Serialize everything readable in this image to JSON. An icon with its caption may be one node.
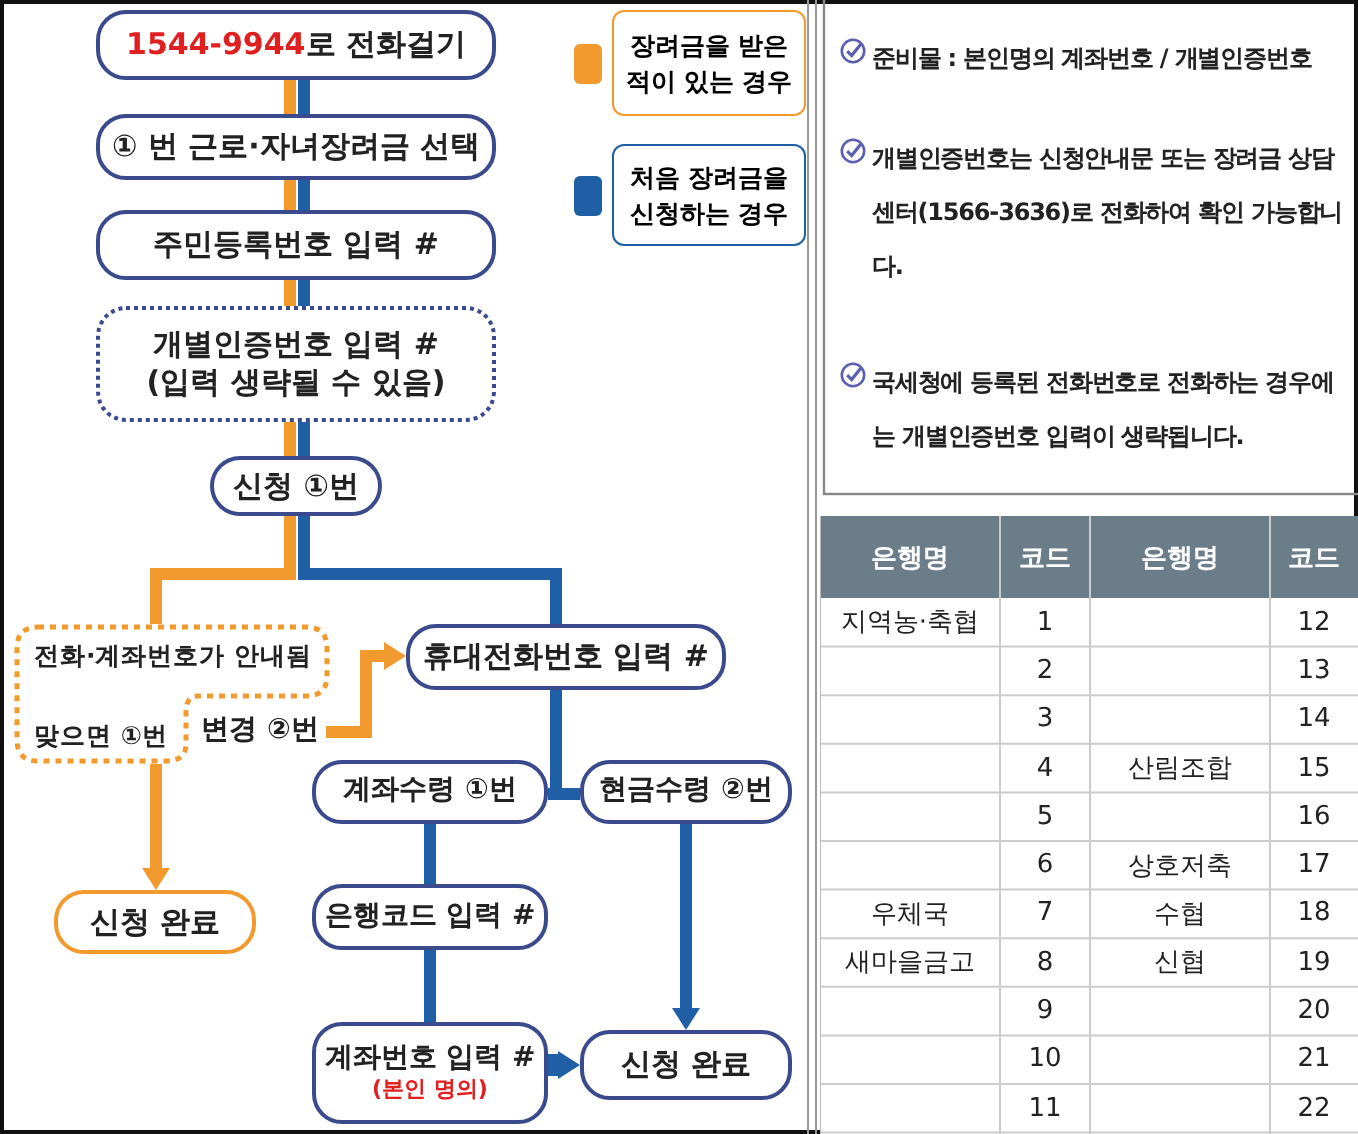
{
  "diagram": {
    "nodes": [
      {
        "text": [
          "1544-9944",
          "로 전화걸기"
        ]
      },
      {
        "text": [
          "① 번 근로·자녀장려금 선택"
        ]
      },
      {
        "text": [
          "주민등록번호 입력 #"
        ]
      },
      {
        "text": [
          "개별인증번호 입력 #",
          "(입력 생략될 수 있음)"
        ]
      },
      {
        "text": [
          "신청 ①번"
        ]
      },
      {
        "text": [
          "전화·계좌번호가 안내됨",
          "맞으면 ①번"
        ]
      },
      {
        "text": [
          "변경 ②번"
        ]
      },
      {
        "text": [
          "휴대전화번호 입력 #"
        ]
      },
      {
        "text": [
          "신청 완료"
        ]
      },
      {
        "text": [
          "계좌수령 ①번"
        ]
      },
      {
        "text": [
          "현금수령 ②번"
        ]
      },
      {
        "text": [
          "은행코드 입력 #"
        ]
      },
      {
        "text": [
          "계좌번호 입력 #",
          "(본인 명의)"
        ]
      },
      {
        "text": [
          "신청 완료"
        ]
      }
    ],
    "edges": [
      {
        "from": 0,
        "to": 1,
        "arrow": "none",
        "color": "#f39a2e"
      },
      {
        "from": 0,
        "to": 1,
        "arrow": "none"
      },
      {
        "from": 1,
        "to": 2,
        "arrow": "none",
        "color": "#f39a2e"
      },
      {
        "from": 1,
        "to": 2,
        "arrow": "none"
      },
      {
        "from": 2,
        "to": 3,
        "arrow": "none",
        "color": "#f39a2e"
      },
      {
        "from": 2,
        "to": 3,
        "arrow": "none"
      },
      {
        "from": 3,
        "to": 4,
        "arrow": "none",
        "color": "#f39a2e"
      },
      {
        "from": 3,
        "to": 4,
        "arrow": "none"
      },
      {
        "from": 4,
        "to": 5,
        "arrow": "none",
        "color": "#f39a2e"
      },
      {
        "from": 4,
        "to": 7,
        "arrow": "none"
      },
      {
        "from": 5,
        "to": 8,
        "arrow": "to",
        "color": "#f39a2e"
      },
      {
        "from": 6,
        "to": 7,
        "arrow": "to",
        "color": "#f39a2e"
      },
      {
        "from": 7,
        "to": 9,
        "arrow": "none"
      },
      {
        "from": 7,
        "to": 10,
        "arrow": "none"
      },
      {
        "from": 9,
        "to": 11,
        "arrow": "none"
      },
      {
        "from": 11,
        "to": 12,
        "arrow": "none"
      },
      {
        "from": 12,
        "to": 13,
        "arrow": "to",
        "style": "thick"
      },
      {
        "from": 10,
        "to": 13,
        "arrow": "to"
      }
    ],
    "labels": [
      "준비물 : 본인명의 계좌번호 / 개별인증번호",
      "개별인증번호는 신청안내문 또는 장려금 상담센터(1566-3636)로 전화하여 확인 가능합니다.",
      "국세청에 등록된 전화번호로 전화하는 경우에는 개별인증번호 입력이 생략됩니다.",
      "은행명",
      "코드",
      "은행명",
      "코드",
      "지역농·축협",
      "1",
      "12",
      "2",
      "13",
      "3",
      "14",
      "4",
      "산림조합",
      "15",
      "5",
      "16",
      "6",
      "상호저축",
      "17",
      "우체국",
      "7",
      "수협",
      "18",
      "새마을금고",
      "8",
      "신협",
      "19",
      "9",
      "20",
      "10",
      "21",
      "11",
      "22"
    ],
    "legend": [
      {
        "text": "장려금을 받은 적이 있는 경우",
        "color": "#f39a2e"
      },
      {
        "text": "처음 장려금을 신청하는 경우",
        "color": "#1f5fa5"
      }
    ]
  }
}
